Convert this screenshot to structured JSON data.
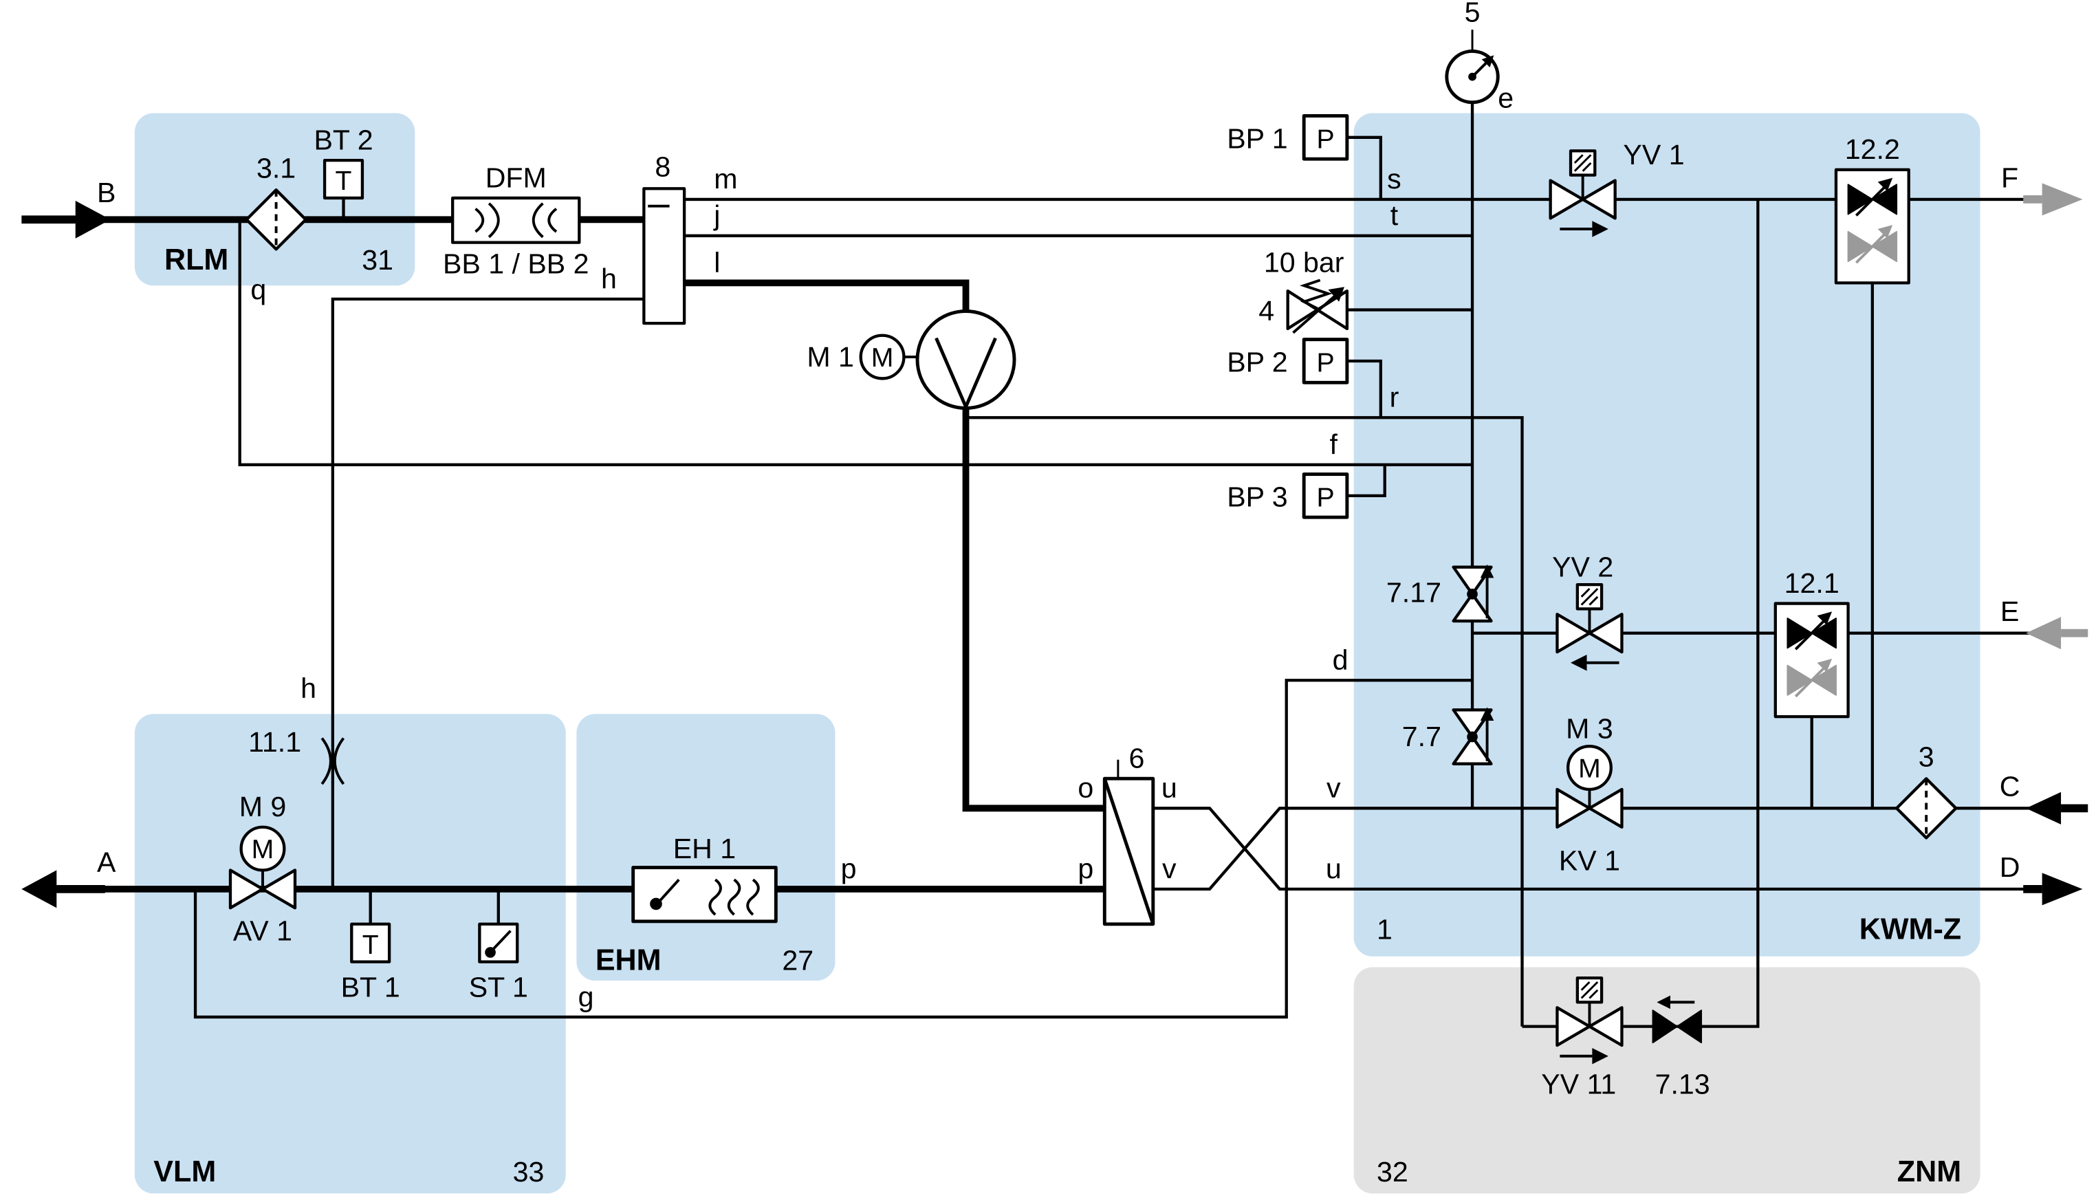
{
  "regions": {
    "rlm": {
      "name": "RLM",
      "num": "31"
    },
    "vlm": {
      "name": "VLM",
      "num": "33"
    },
    "ehm": {
      "name": "EHM",
      "num": "27"
    },
    "kwmz": {
      "name": "KWM-Z",
      "num": "1"
    },
    "znm": {
      "name": "ZNM",
      "num": "32"
    }
  },
  "ports": {
    "a": "A",
    "b": "B",
    "c": "C",
    "d": "D",
    "e": "E",
    "f": "F"
  },
  "lines": {
    "m": "m",
    "j": "j",
    "l": "l",
    "h": "h",
    "q": "q",
    "s": "s",
    "t": "t",
    "r": "r",
    "f": "f",
    "d": "d",
    "g": "g",
    "e": "e",
    "o": "o",
    "p": "p",
    "u": "u",
    "v": "v"
  },
  "comps": {
    "filter31": "3.1",
    "bt2": "BT 2",
    "t_sym": "T",
    "dfm": "DFM",
    "bb": "BB 1 / BB 2",
    "vessel8": "8",
    "m1": "M 1",
    "m_sym": "M",
    "gauge5": "5",
    "bar10": "10 bar",
    "relief4": "4",
    "bp1": "BP 1",
    "bp2": "BP 2",
    "bp3": "BP 3",
    "p_sym": "P",
    "yv1": "YV 1",
    "yv2": "YV 2",
    "v717": "7.17",
    "v77": "7.7",
    "a122": "12.2",
    "a121": "12.1",
    "m3": "M 3",
    "kv1": "KV 1",
    "filter3": "3",
    "hx6": "6",
    "eh1": "EH 1",
    "m9": "M 9",
    "av1": "AV 1",
    "c111": "11.1",
    "bt1": "BT 1",
    "st1": "ST 1",
    "yv11": "YV 11",
    "v713": "7.13"
  },
  "colors": {
    "region_blue": "#c9e0f1",
    "region_gray": "#e2e2e2",
    "line": "#000000",
    "inactive_gray": "#9a9a9a"
  }
}
